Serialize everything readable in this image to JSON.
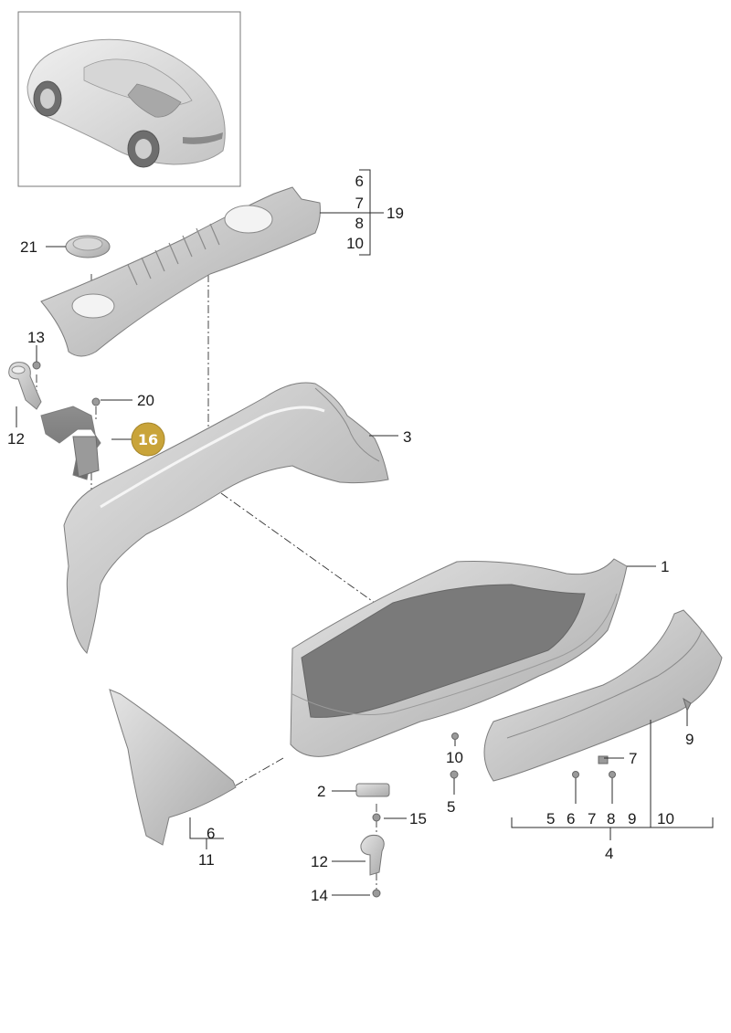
{
  "diagram": {
    "highlight_color": "#c9a43a",
    "part_color": "#c8c8c8",
    "callouts": {
      "c1": "1",
      "c2": "2",
      "c3": "3",
      "c4": "4",
      "c5_right": "5",
      "c5_small": "5",
      "c6_top": "6",
      "c6_lower": "6",
      "c6_right": "6",
      "c7_top": "7",
      "c7_mid": "7",
      "c7_right": "7",
      "c8_top": "8",
      "c8_right": "8",
      "c9_side": "9",
      "c9_right": "9",
      "c10_top": "10",
      "c10_small": "10",
      "c10_right": "10",
      "c11": "11",
      "c12_left": "12",
      "c12_bottom": "12",
      "c13": "13",
      "c14": "14",
      "c15": "15",
      "c16": "16",
      "c19": "19",
      "c20": "20",
      "c21": "21"
    }
  }
}
